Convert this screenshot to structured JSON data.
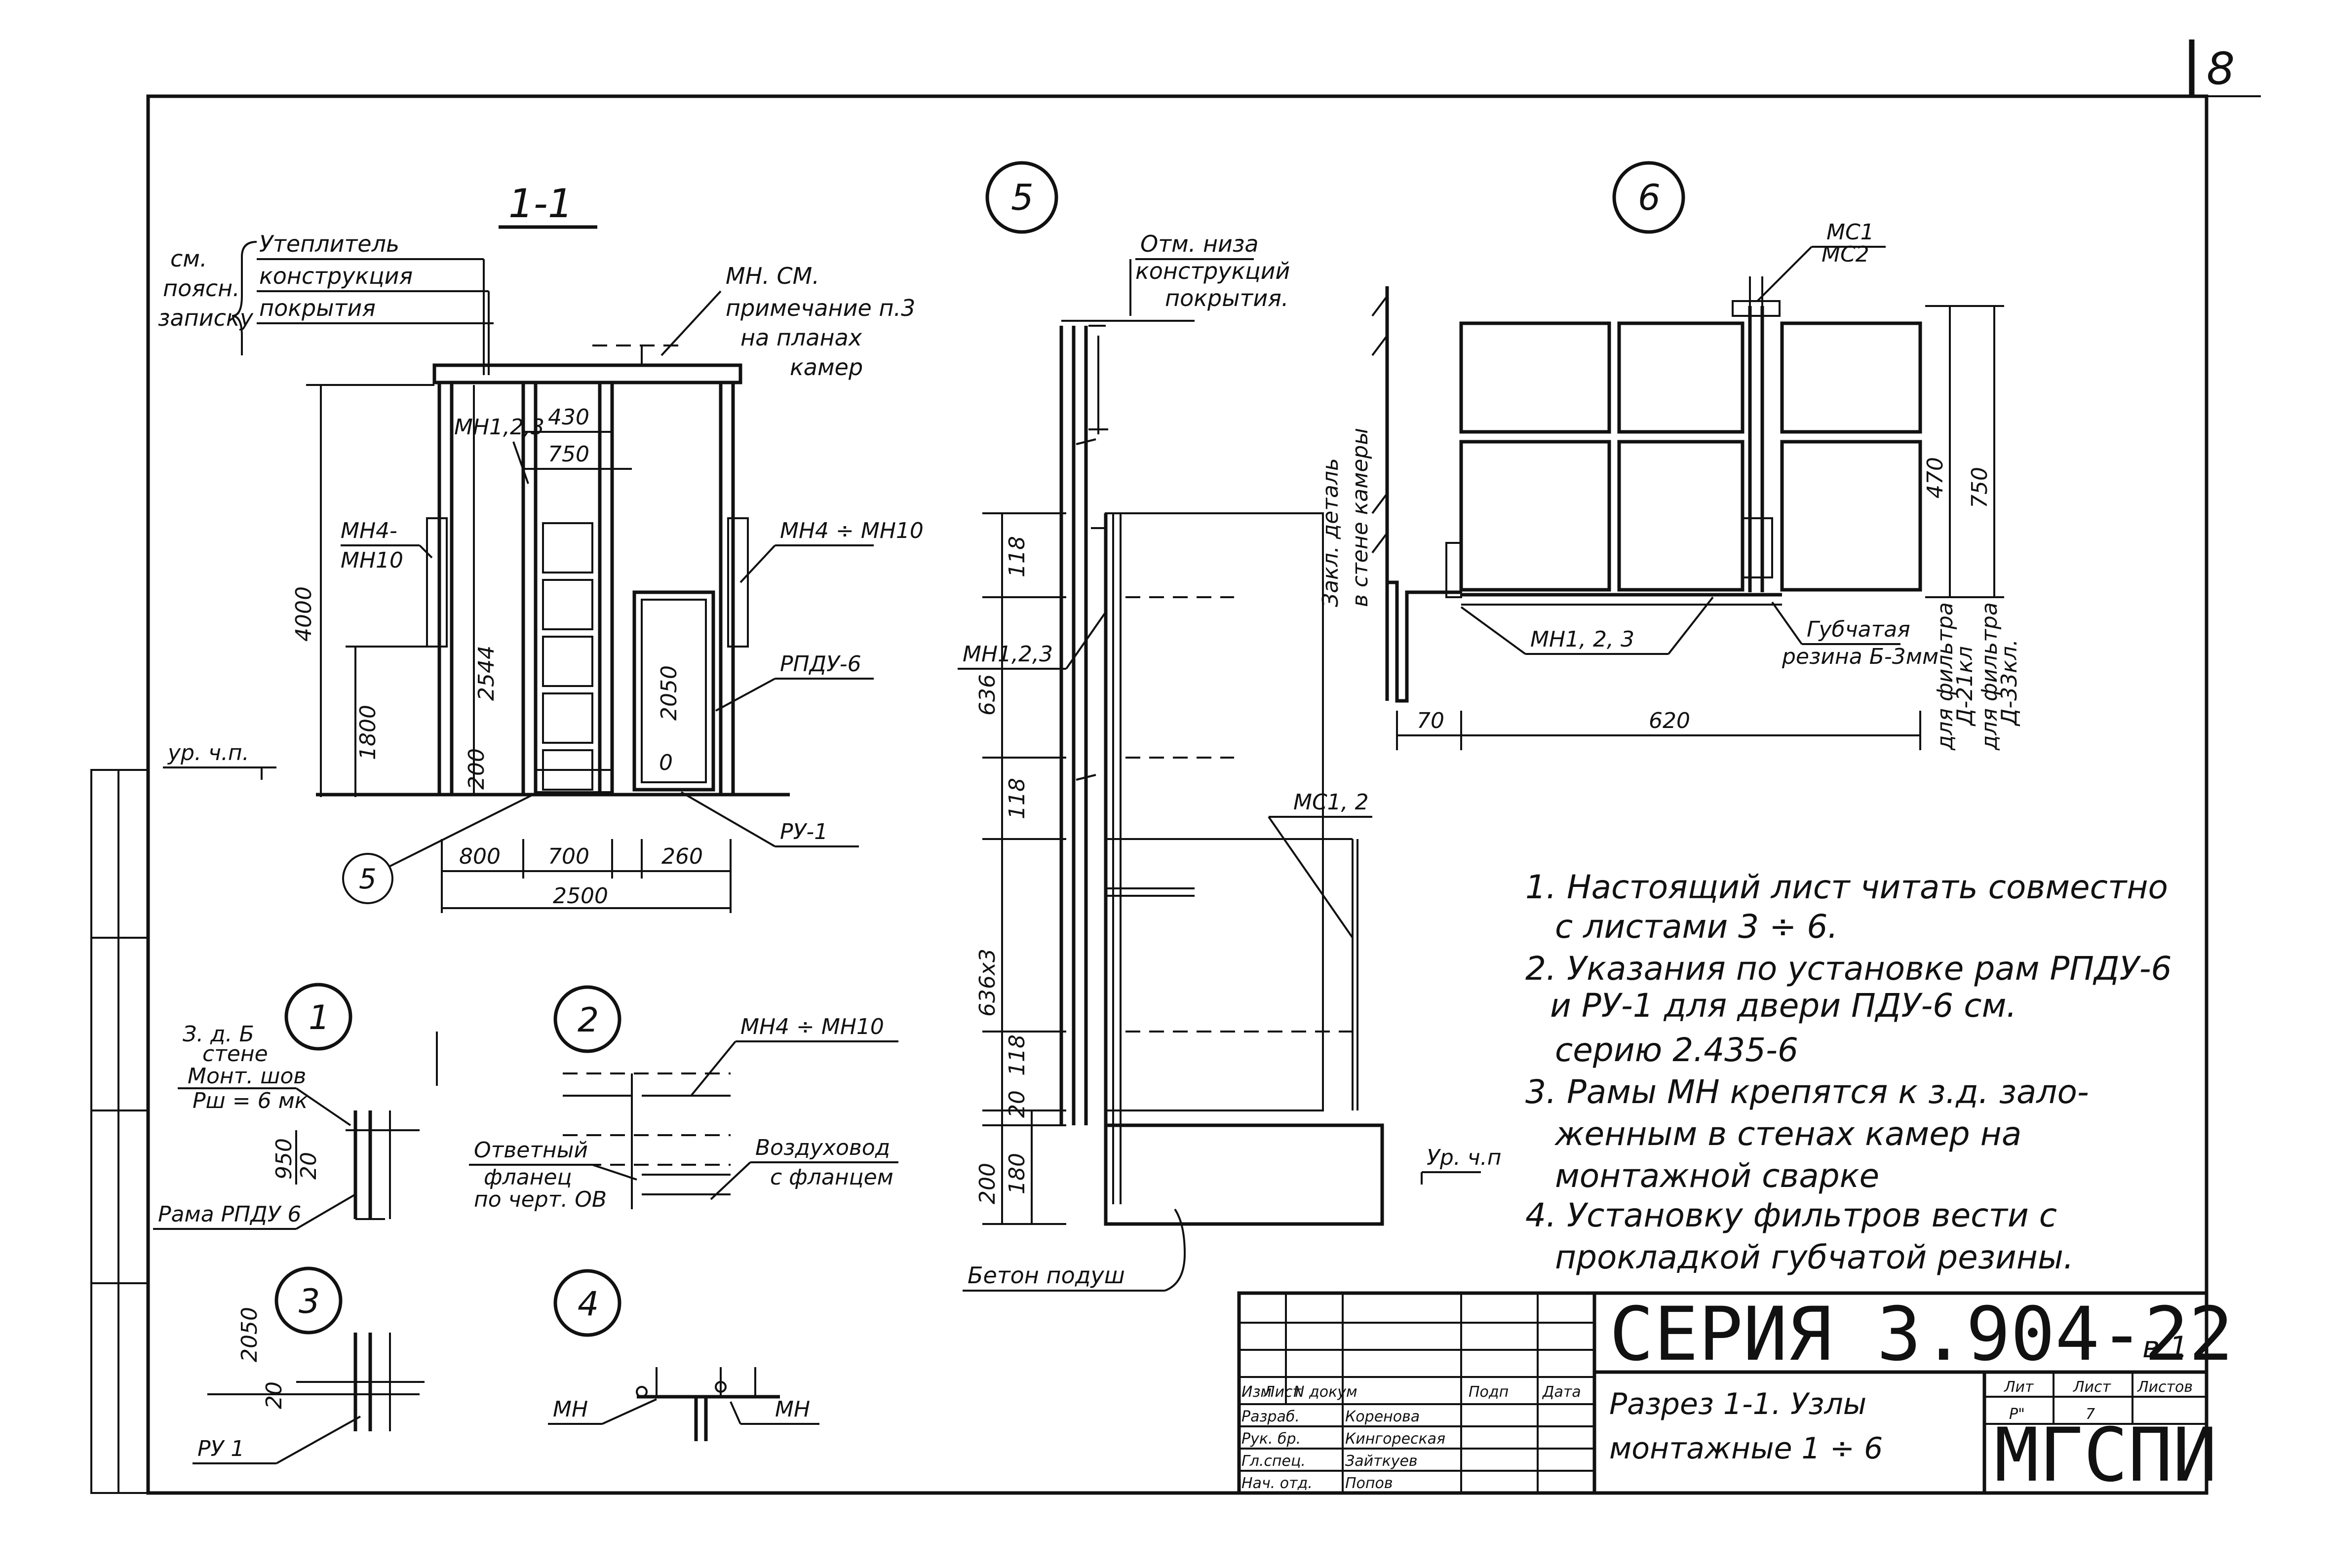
{
  "sheet": {
    "page_number": "8",
    "color_ink": "#111111",
    "color_paper": "#ffffff"
  },
  "section_1_1": {
    "title": "1-1",
    "callout_prefix_1": "см.",
    "callout_prefix_2": "поясн.",
    "callout_prefix_3": "записку",
    "layer_1": "Утеплитель",
    "layer_2": "конструкция",
    "layer_3": "покрытия",
    "note_mn": "МН. СМ.",
    "note_mn_2": "примечание п.3",
    "note_mn_3": "на планах",
    "note_mn_4": "камер",
    "label_mn123": "МН1,2,3",
    "label_mn4_mn10_left_1": "МН4-",
    "label_mn4_mn10_left_2": "МН10",
    "label_mn4_mn10_right": "МН4 ÷ МН10",
    "label_rpdu6": "РПДУ-6",
    "label_ru1": "РУ-1",
    "label_level": "ур. ч.п.",
    "dim_430": "430",
    "dim_750": "750",
    "dim_4000": "4000",
    "dim_2544": "2544",
    "dim_1800": "1800",
    "dim_2050": "2050",
    "dim_200": "200",
    "dim_0": "0",
    "dim_800": "800",
    "dim_700": "700",
    "dim_260": "260",
    "dim_2500": "2500",
    "node_ref_5": "5"
  },
  "node_5": {
    "number": "5",
    "label_top_1": "Отм. низа",
    "label_top_2": "конструкций",
    "label_top_3": "покрытия.",
    "label_mn123": "МН1,2,3",
    "label_ms12": "МС1, 2",
    "label_level": "Ур. ч.п",
    "label_base": "Бетон подуш",
    "dim_118a": "118",
    "dim_636": "636",
    "dim_118b": "118",
    "dim_636x3": "636х3",
    "dim_118c": "118",
    "dim_20": "20",
    "dim_200": "200",
    "dim_180": "180"
  },
  "node_6": {
    "number": "6",
    "label_ms_1": "МС1",
    "label_ms_2": "МС2",
    "label_embed_1": "Закл. деталь",
    "label_embed_2": "в стене камеры",
    "label_mn123": "МН1, 2, 3",
    "label_rubber_1": "Губчатая",
    "label_rubber_2": "резина Б-3мм",
    "dim_70": "70",
    "dim_620": "620",
    "dim_470": "470",
    "dim_750": "750",
    "label_filter_1": "для фильтра",
    "label_filter_2": "Д-21кл",
    "label_filter_3": "для фильтра",
    "label_filter_4": "Д-33кл."
  },
  "node_1": {
    "number": "1",
    "label_1": "З. д. Б",
    "label_2": "стене",
    "label_3": "Монт. шов",
    "label_4": "Рш = 6 мк",
    "label_frame": "Рама РПДУ 6",
    "dim_950": "950",
    "dim_20": "20"
  },
  "node_2": {
    "number": "2",
    "label_mn": "МН4 ÷ МН10",
    "label_left_1": "Ответный",
    "label_left_2": "фланец",
    "label_left_3": "по черт. ОВ",
    "label_right_1": "Воздуховод",
    "label_right_2": "с фланцем"
  },
  "node_3": {
    "number": "3",
    "label": "РУ 1",
    "dim_2050": "2050",
    "dim_20": "20"
  },
  "node_4": {
    "number": "4",
    "label_left": "МН",
    "label_right": "МН"
  },
  "notes": [
    "1. Настоящий лист читать совместно",
    "с листами   3 ÷ 6.",
    "2. Указания по установке рам РПДУ-6",
    "и РУ-1 для двери ПДУ-6   см.",
    "серию  2.435-6",
    "3. Рамы МН крепятся к з.д. зало-",
    "женным в стенах камер на",
    "монтажной  сварке",
    "4. Установку фильтров вести с",
    "прокладкой  губчатой  резины."
  ],
  "title_block": {
    "series": "СЕРИЯ  3.904-22",
    "issue": "в.1",
    "org": "МГСПИ",
    "title_1": "Разрез 1-1. Узлы",
    "title_2": "монтажные 1 ÷ 6",
    "col_izm": "Изм",
    "col_list": "Лист",
    "col_doc": "N докум",
    "col_sign": "Подп",
    "col_date": "Дата",
    "col_lit": "Лит",
    "col_sheet": "Лист",
    "col_sheets": "Листов",
    "lit_value": "Р\"",
    "sheet_value": "7",
    "row_1_role": "Разраб.",
    "row_1_name": "Коренова",
    "row_2_role": "Рук. бр.",
    "row_2_name": "Кингореская",
    "row_3_role": "Гл.спец.",
    "row_3_name": "Зайткуев",
    "row_4_role": "Нач. отд.",
    "row_4_name": "Попов"
  }
}
